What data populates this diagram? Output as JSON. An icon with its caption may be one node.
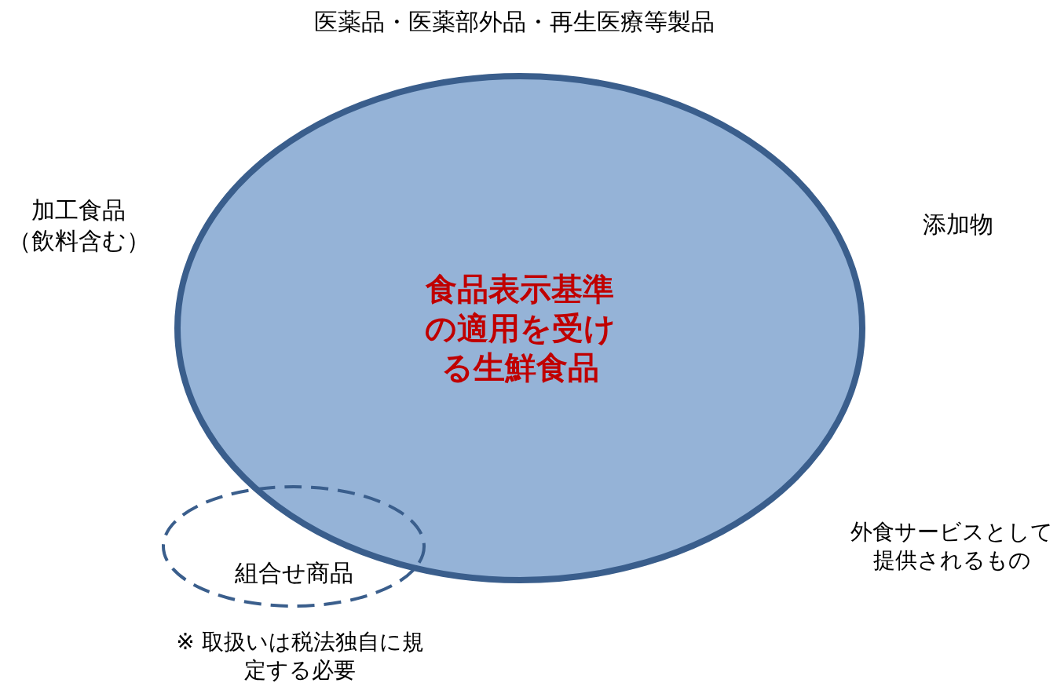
{
  "diagram": {
    "nodes": [
      {
        "text": [
          "食品表示基準の適用を受ける生鮮食品"
        ]
      },
      {
        "text": [
          "組合せ商品"
        ]
      }
    ],
    "labels": [
      "医薬品・医薬部外品・再生医療等製品",
      "加工食品（飲料含む）",
      "添加物",
      "外食サービスとして提供されるもの",
      "※ 取扱いは税法独自に規定する必要"
    ]
  }
}
